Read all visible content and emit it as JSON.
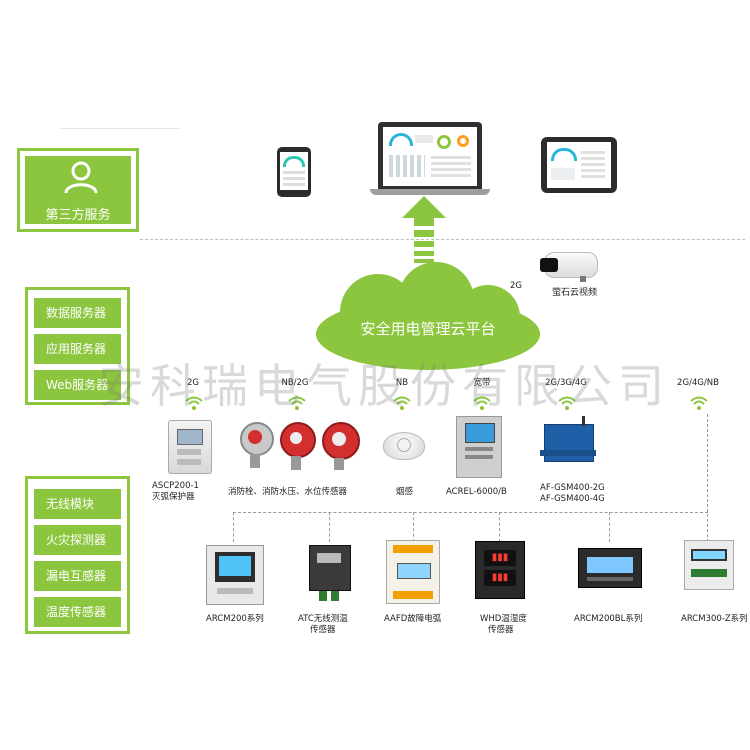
{
  "third_party": {
    "label": "第三方服务"
  },
  "servers": {
    "items": [
      "数据服务器",
      "应用服务器",
      "Web服务器"
    ]
  },
  "modules": {
    "items": [
      "无线模块",
      "火灾探测器",
      "漏电互感器",
      "温度传感器"
    ]
  },
  "cloud": {
    "label": "安全用电管理云平台"
  },
  "camera": {
    "network": "2G",
    "label": "萤石云视频"
  },
  "watermark": "安科瑞电气股份有限公司",
  "wireless_devices": [
    {
      "network": "2G",
      "label_line1": "ASCP200-1",
      "label_line2": "灭弧保护器"
    },
    {
      "network": "NB/2G",
      "label_line1": "消防栓、消防水压、水位传感器",
      "label_line2": ""
    },
    {
      "network": "NB",
      "label_line1": "烟感",
      "label_line2": ""
    },
    {
      "network": "宽带",
      "label_line1": "ACREL-6000/B",
      "label_line2": ""
    },
    {
      "network": "2G/3G/4G",
      "label_line1": "AF-GSM400-2G",
      "label_line2": "AF-GSM400-4G"
    },
    {
      "network": "2G/4G/NB",
      "label_line1": "",
      "label_line2": ""
    }
  ],
  "bus_devices": [
    {
      "label_line1": "ARCM200系列",
      "label_line2": ""
    },
    {
      "label_line1": "ATC无线测温",
      "label_line2": "传感器"
    },
    {
      "label_line1": "AAFD故障电弧",
      "label_line2": ""
    },
    {
      "label_line1": "WHD温湿度",
      "label_line2": "传感器"
    },
    {
      "label_line1": "ARCM200BL系列",
      "label_line2": ""
    },
    {
      "label_line1": "ARCM300-Z系列",
      "label_line2": ""
    }
  ],
  "colors": {
    "accent": "#8cc63f",
    "cloud": "#8cc63f",
    "screen_blue": "#1f4e8c"
  }
}
